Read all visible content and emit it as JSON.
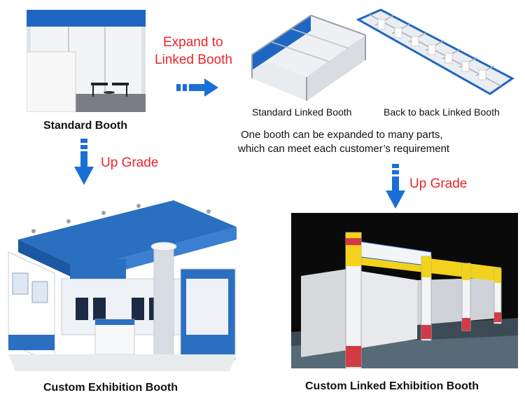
{
  "labels": {
    "standard_booth": "Standard Booth",
    "expand_line1": "Expand to",
    "expand_line2": "Linked Booth",
    "standard_linked": "Standard Linked Booth",
    "back_to_back": "Back to back Linked Booth",
    "desc_line1": "One booth can be expanded to many parts,",
    "desc_line2": "which can meet each customer’s requirement",
    "upgrade_left": "Up Grade",
    "upgrade_right": "Up Grade",
    "custom_exhibition": "Custom Exhibition Booth",
    "custom_linked": "Custom Linked Exhibition Booth"
  },
  "colors": {
    "arrow_blue": "#1a6fd6",
    "label_red": "#e8252b",
    "booth_blue": "#2a6fc0",
    "frame_silver": "#c9ccd2",
    "header_yellow": "#f3d21b"
  },
  "icons": [
    "arrow-right-icon",
    "arrow-down-icon"
  ]
}
